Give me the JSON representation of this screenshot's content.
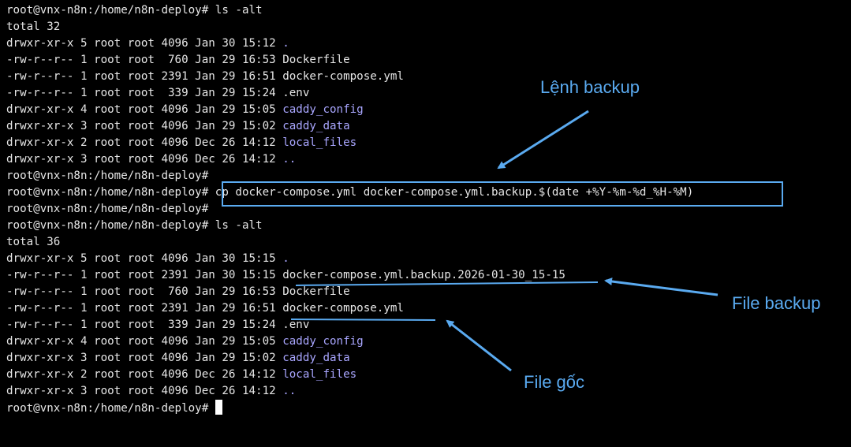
{
  "terminal": {
    "lines": [
      {
        "text": "root@vnx-n8n:/home/n8n-deploy# ls -alt"
      },
      {
        "text": "total 32"
      },
      {
        "text": "drwxr-xr-x 5 root root 4096 Jan 30 15:12 ",
        "name": ".",
        "type": "dir"
      },
      {
        "text": "-rw-r--r-- 1 root root  760 Jan 29 16:53 ",
        "name": "Dockerfile",
        "type": "file"
      },
      {
        "text": "-rw-r--r-- 1 root root 2391 Jan 29 16:51 ",
        "name": "docker-compose.yml",
        "type": "file"
      },
      {
        "text": "-rw-r--r-- 1 root root  339 Jan 29 15:24 ",
        "name": ".env",
        "type": "file"
      },
      {
        "text": "drwxr-xr-x 4 root root 4096 Jan 29 15:05 ",
        "name": "caddy_config",
        "type": "dir"
      },
      {
        "text": "drwxr-xr-x 3 root root 4096 Jan 29 15:02 ",
        "name": "caddy_data",
        "type": "dir"
      },
      {
        "text": "drwxr-xr-x 2 root root 4096 Dec 26 14:12 ",
        "name": "local_files",
        "type": "dir"
      },
      {
        "text": "drwxr-xr-x 3 root root 4096 Dec 26 14:12 ",
        "name": "..",
        "type": "dir"
      },
      {
        "text": "root@vnx-n8n:/home/n8n-deploy#"
      },
      {
        "text": "root@vnx-n8n:/home/n8n-deploy# cp docker-compose.yml docker-compose.yml.backup.$(date +%Y-%m-%d_%H-%M)"
      },
      {
        "text": "root@vnx-n8n:/home/n8n-deploy#"
      },
      {
        "text": "root@vnx-n8n:/home/n8n-deploy# ls -alt"
      },
      {
        "text": "total 36"
      },
      {
        "text": "drwxr-xr-x 5 root root 4096 Jan 30 15:15 ",
        "name": ".",
        "type": "dir"
      },
      {
        "text": "-rw-r--r-- 1 root root 2391 Jan 30 15:15 ",
        "name": "docker-compose.yml.backup.2026-01-30_15-15",
        "type": "file"
      },
      {
        "text": "-rw-r--r-- 1 root root  760 Jan 29 16:53 ",
        "name": "Dockerfile",
        "type": "file"
      },
      {
        "text": "-rw-r--r-- 1 root root 2391 Jan 29 16:51 ",
        "name": "docker-compose.yml",
        "type": "file"
      },
      {
        "text": "-rw-r--r-- 1 root root  339 Jan 29 15:24 ",
        "name": ".env",
        "type": "file"
      },
      {
        "text": "drwxr-xr-x 4 root root 4096 Jan 29 15:05 ",
        "name": "caddy_config",
        "type": "dir"
      },
      {
        "text": "drwxr-xr-x 3 root root 4096 Jan 29 15:02 ",
        "name": "caddy_data",
        "type": "dir"
      },
      {
        "text": "drwxr-xr-x 2 root root 4096 Dec 26 14:12 ",
        "name": "local_files",
        "type": "dir"
      },
      {
        "text": "drwxr-xr-x 3 root root 4096 Dec 26 14:12 ",
        "name": "..",
        "type": "dir"
      },
      {
        "text": "root@vnx-n8n:/home/n8n-deploy#",
        "cursor": true
      }
    ]
  },
  "annotations": {
    "backup_command": "Lệnh backup",
    "backup_file": "File backup",
    "original_file": "File gốc"
  },
  "colors": {
    "background": "#000000",
    "text": "#e6e6e6",
    "directory": "#a9a6ff",
    "annotation": "#5aaaf0"
  }
}
